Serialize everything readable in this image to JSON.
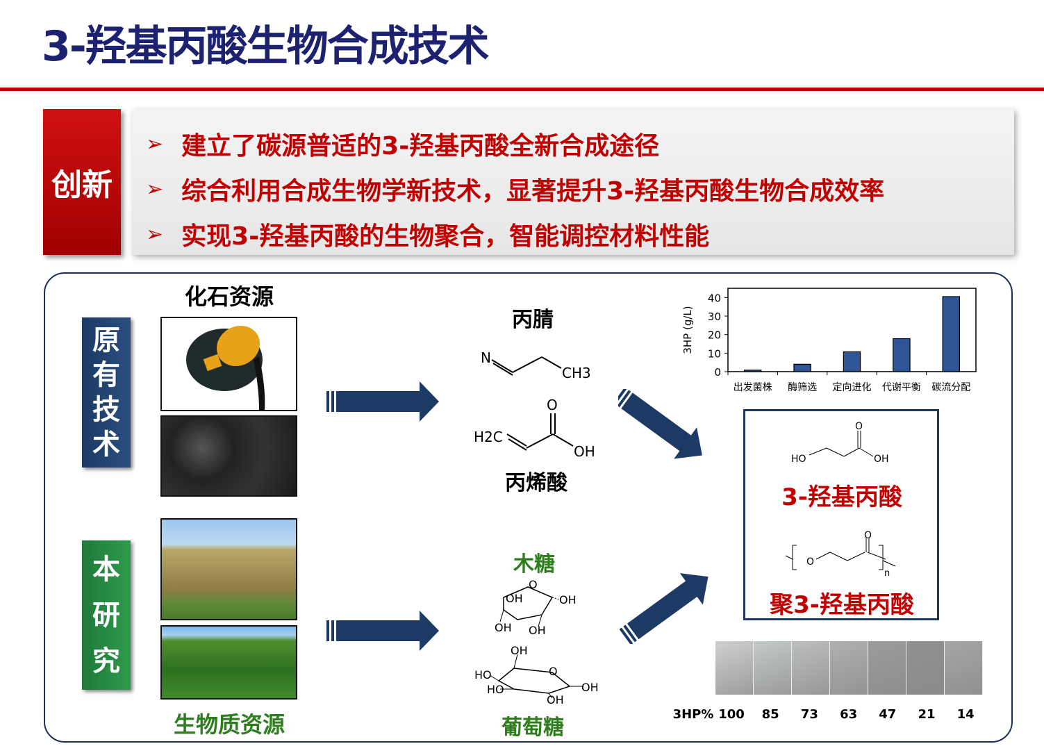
{
  "title": "3-羟基丙酸生物合成技术",
  "innovation": {
    "label": "创新",
    "bullets": [
      "建立了碳源普适的3-羟基丙酸全新合成途径",
      "综合利用合成生物学新技术，显著提升3-羟基丙酸生物合成效率",
      "实现3-羟基丙酸的生物聚合，智能调控材料性能"
    ],
    "bullet_icon": "➢"
  },
  "original": {
    "label": [
      "原",
      "有",
      "技",
      "术"
    ],
    "source": "化石资源"
  },
  "research": {
    "label": [
      "本",
      "研",
      "究"
    ],
    "source": "生物质资源"
  },
  "chemicals": {
    "propionitrile": "丙腈",
    "acrylic_acid": "丙烯酸",
    "xylose": "木糖",
    "glucose": "葡萄糖",
    "N": "N",
    "CH3": "CH3",
    "H2C": "H2C",
    "O": "O",
    "OH": "OH",
    "HO": "HO",
    "n": "n"
  },
  "products": {
    "hp": "3-羟基丙酸",
    "p3hp": "聚3-羟基丙酸"
  },
  "chart_data": {
    "type": "bar",
    "categories": [
      "出发菌株",
      "酶筛选",
      "定向进化",
      "代谢平衡",
      "碳流分配"
    ],
    "values": [
      0.8,
      4,
      10.7,
      17.8,
      40.5
    ],
    "ylabel": "3HP (g/L)",
    "ylim": [
      0,
      45
    ],
    "yticks": [
      0,
      10,
      20,
      30,
      40
    ],
    "color": "#2f5597"
  },
  "films": {
    "label": "3HP%",
    "values": [
      "100",
      "85",
      "73",
      "63",
      "47",
      "21",
      "14"
    ]
  },
  "colors": {
    "navy": "#1c2170",
    "red": "#c00000",
    "green": "#2e7d1e"
  }
}
